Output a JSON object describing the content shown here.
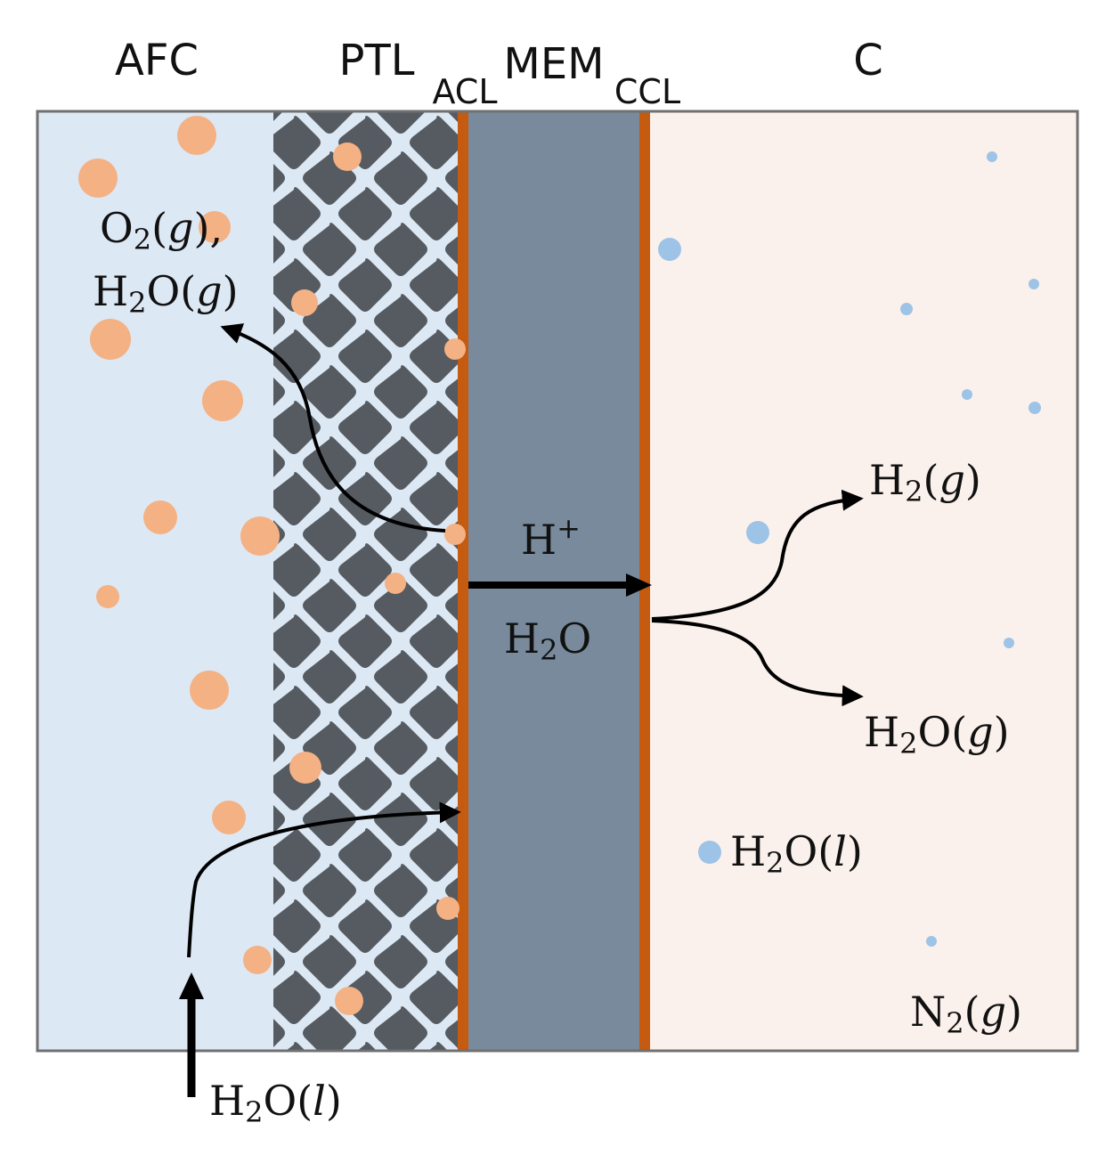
{
  "regions": {
    "afc": "AFC",
    "ptl": "PTL",
    "acl": "ACL",
    "mem": "MEM",
    "ccl": "CCL",
    "c": "C"
  },
  "species": {
    "o2_g": {
      "base": "O",
      "sub": "2",
      "phase": "g",
      "suffix": ","
    },
    "h2o_g_anode": {
      "base": "H",
      "sub": "2",
      "rest": "O",
      "phase": "g"
    },
    "h_plus": {
      "base": "H",
      "sup": "+"
    },
    "h2o_mem": {
      "base": "H",
      "sub": "2",
      "rest": "O"
    },
    "h2_g": {
      "base": "H",
      "sub": "2",
      "phase": "g"
    },
    "h2o_g_cathode": {
      "base": "H",
      "sub": "2",
      "rest": "O",
      "phase": "g"
    },
    "h2o_l_cathode": {
      "base": "H",
      "sub": "2",
      "rest": "O",
      "phase": "l"
    },
    "n2_g": {
      "base": "N",
      "sub": "2",
      "phase": "g"
    },
    "h2o_l_inlet": {
      "base": "H",
      "sub": "2",
      "rest": "O",
      "phase": "l"
    }
  },
  "colors": {
    "anode_channel": "#dde8f5",
    "cathode_channel": "#fbf1ec",
    "membrane": "#788a9b",
    "catalyst_layer": "#c55a11",
    "ptl_diamond": "#555b60",
    "oxygen_bubble": "#f4b183",
    "hydrogen_bubble": "#9dc3e6",
    "frame": "#707070"
  }
}
